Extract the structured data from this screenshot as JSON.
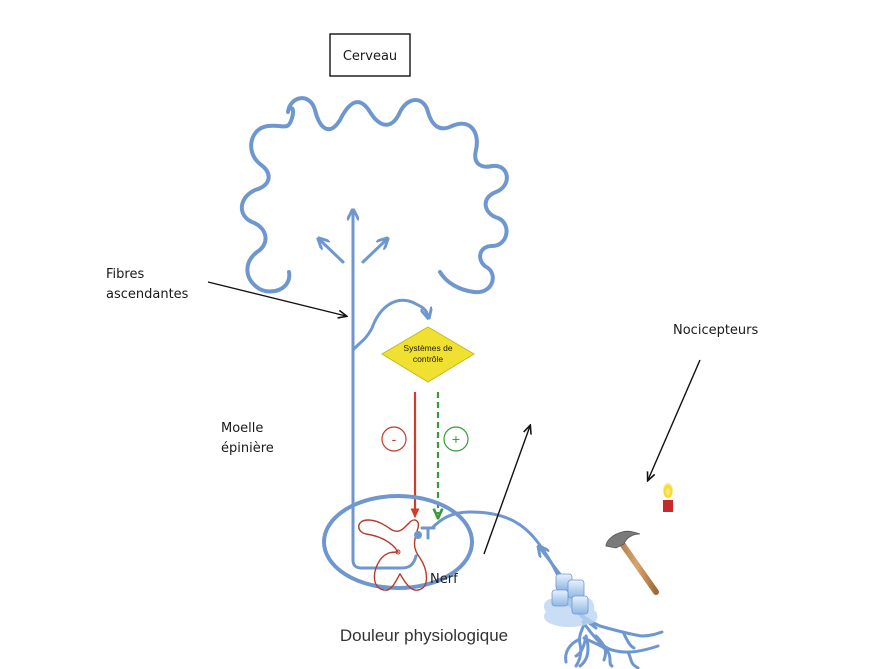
{
  "diagram": {
    "title": "Douleur physiologique",
    "labels": {
      "brain": "Cerveau",
      "ascending_fibers": [
        "Fibres",
        "ascendantes"
      ],
      "spinal_cord": [
        "Moelle",
        "épinière"
      ],
      "control_systems": [
        "Systèmes de",
        "contrôle"
      ],
      "nociceptors": "Nocicepteurs",
      "nerve": "Nerf"
    },
    "modulation": {
      "inhibitory_sign": "-",
      "excitatory_sign": "+"
    },
    "stimuli": [
      "cold-ice",
      "mechanical-hammer",
      "heat-candle"
    ],
    "colors": {
      "nerve": "#6f97cf",
      "inhibition": "#c0392b",
      "excitation": "#3a9a3a",
      "control_box": "#f0e030",
      "grey_matter": "#b83a2a"
    }
  }
}
